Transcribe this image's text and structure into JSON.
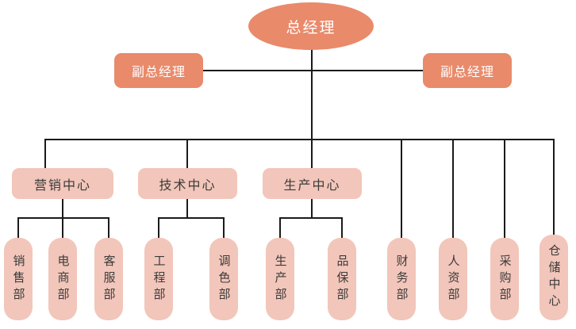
{
  "diagram": {
    "type": "organization-chart",
    "title": "",
    "colors": {
      "executive_fill": "#e98a6b",
      "executive_text": "#ffffff",
      "department_fill": "#f2c6ba",
      "department_text": "#3b3b3b",
      "connector": "#1a1a1a",
      "background": "#ffffff"
    },
    "top": {
      "label": "总经理",
      "shape": "ellipse"
    },
    "deputies": [
      {
        "label": "副总经理",
        "side": "left"
      },
      {
        "label": "副总经理",
        "side": "right"
      }
    ],
    "centers": [
      {
        "label": "营销中心",
        "children": [
          {
            "label": "销售部"
          },
          {
            "label": "电商部"
          },
          {
            "label": "客服部"
          }
        ]
      },
      {
        "label": "技术中心",
        "children": [
          {
            "label": "工程部"
          },
          {
            "label": "调色部"
          }
        ]
      },
      {
        "label": "生产中心",
        "children": [
          {
            "label": "生产部"
          },
          {
            "label": "品保部"
          }
        ]
      }
    ],
    "direct_departments": [
      {
        "label": "财务部"
      },
      {
        "label": "人资部"
      },
      {
        "label": "采购部"
      },
      {
        "label": "仓储中心"
      }
    ]
  }
}
